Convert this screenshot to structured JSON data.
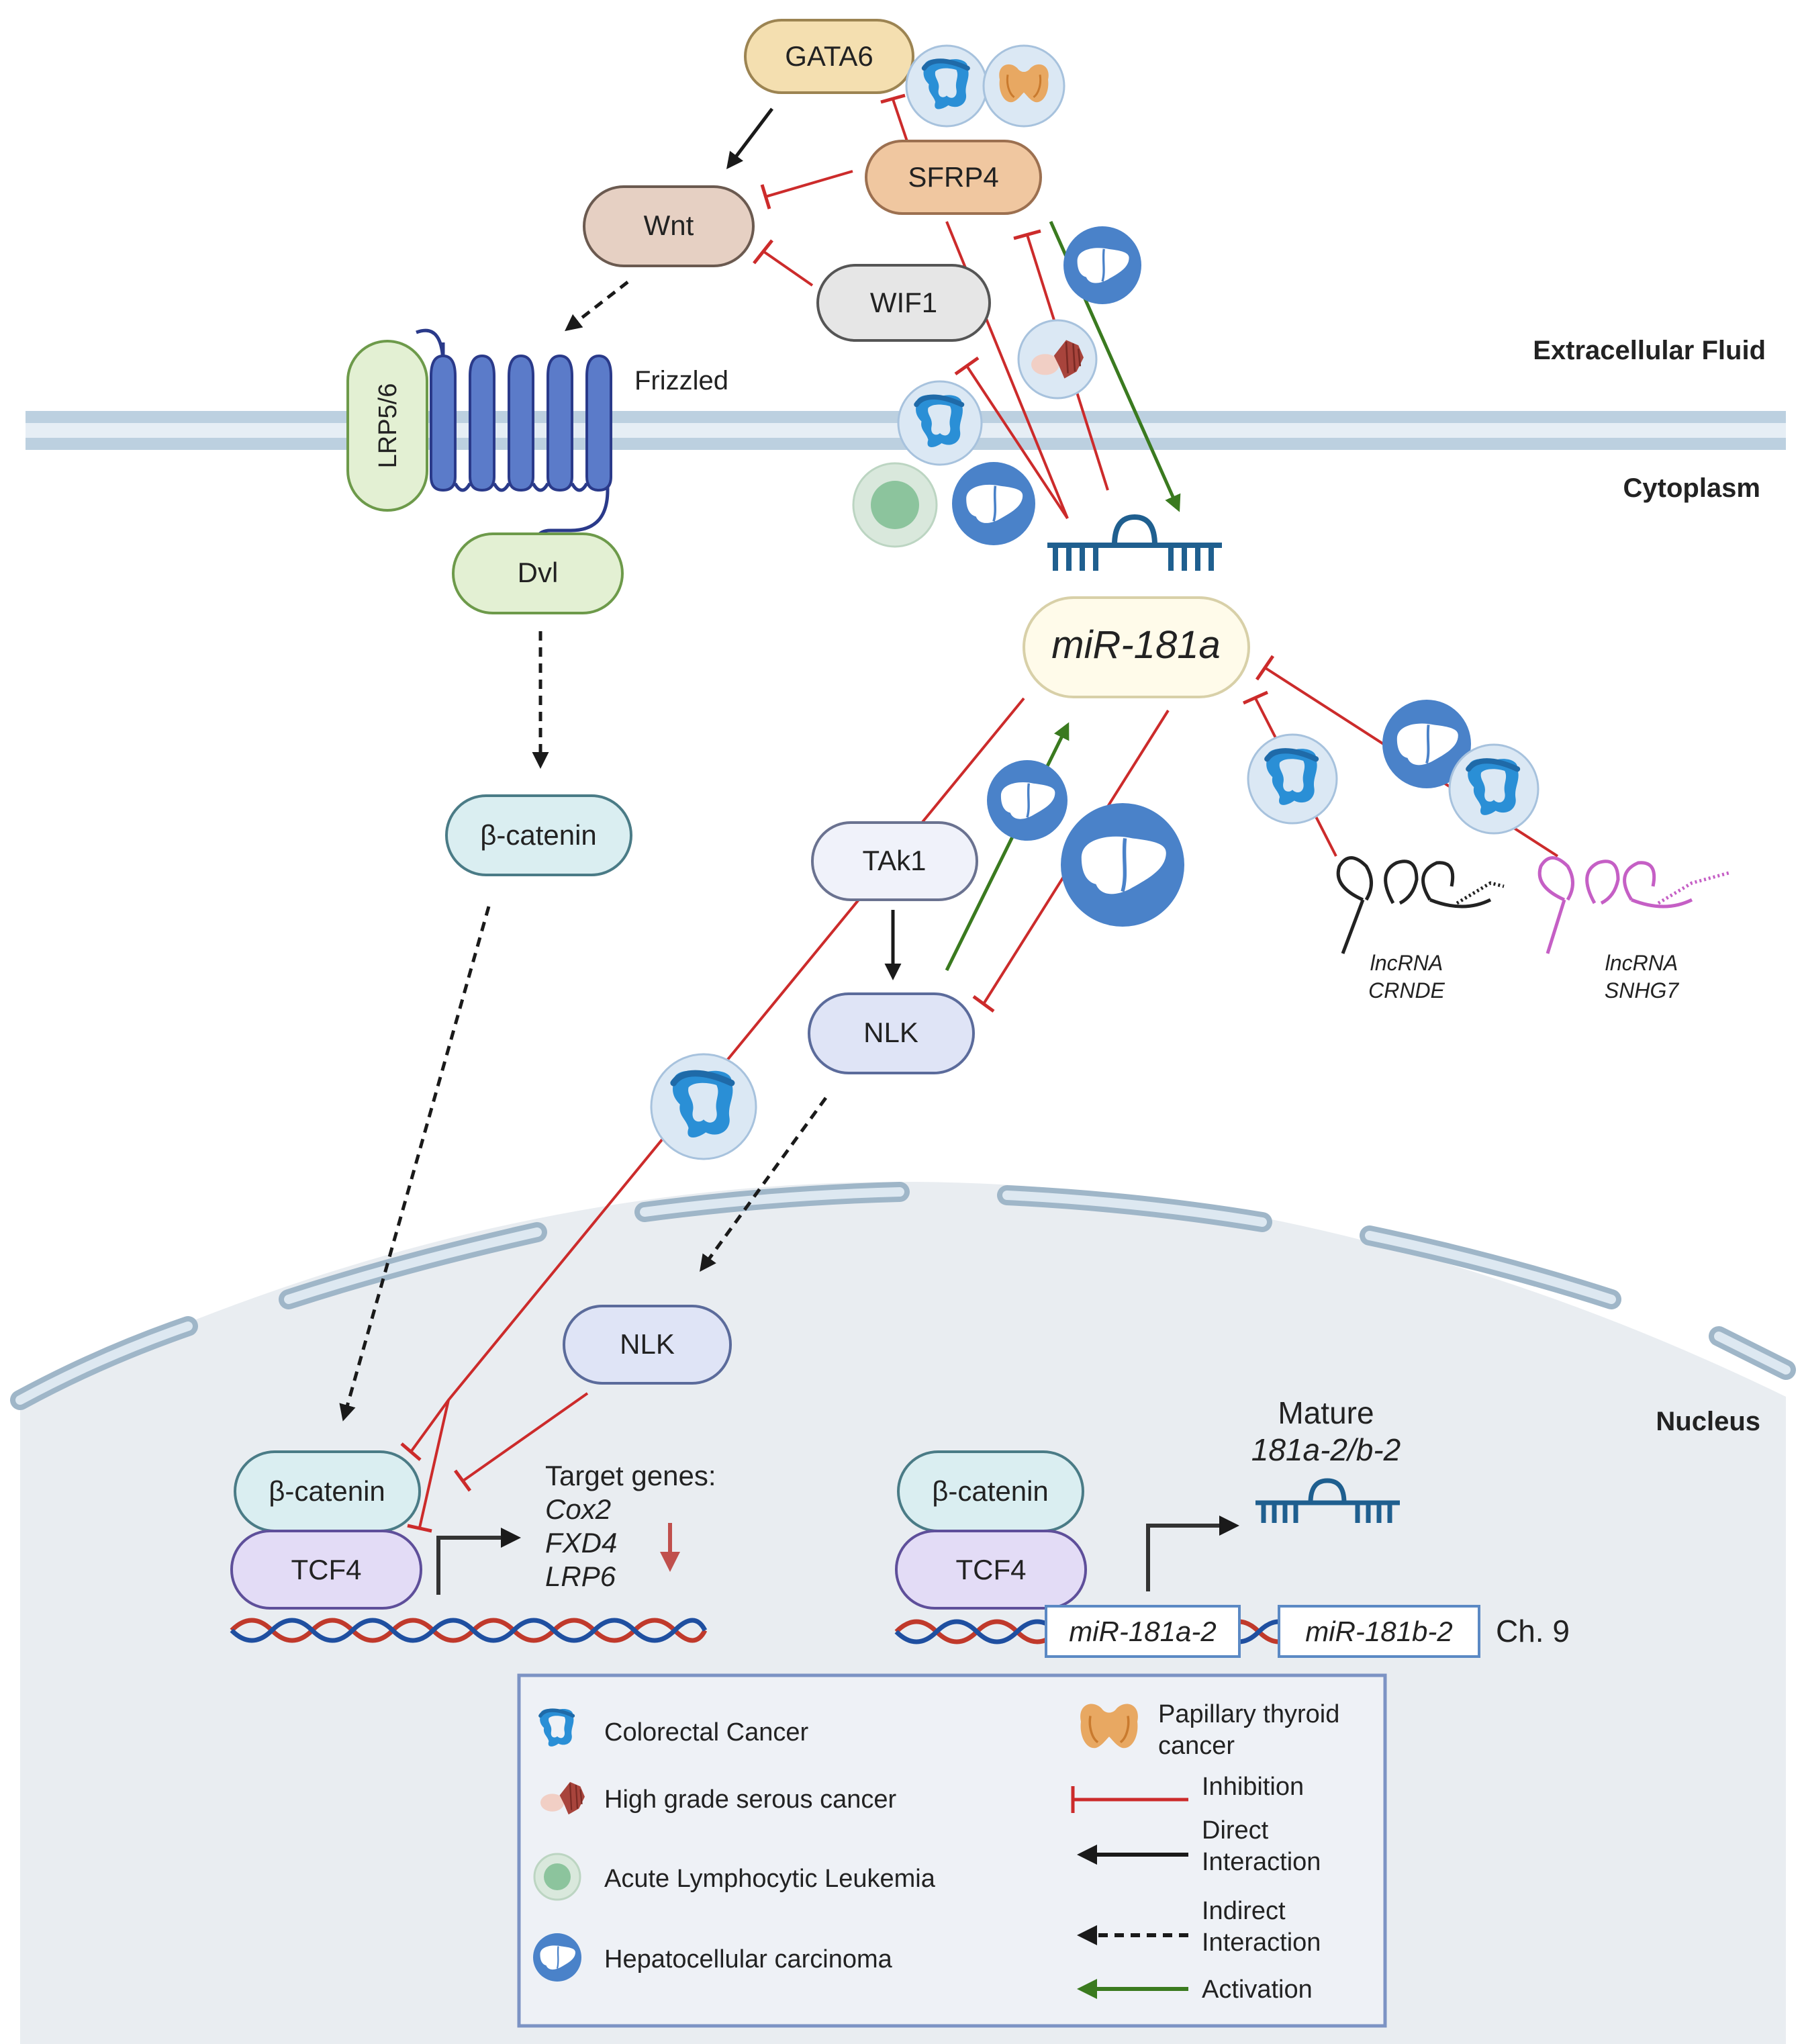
{
  "regions": {
    "extracellular": "Extracellular Fluid",
    "cytoplasm": "Cytoplasm",
    "nucleus": "Nucleus"
  },
  "nodes": {
    "gata6": "GATA6",
    "sfrp4": "SFRP4",
    "wnt": "Wnt",
    "wif1": "WIF1",
    "lrp": "LRP5/6",
    "frizzled": "Frizzled",
    "dvl": "Dvl",
    "beta_catenin": "β-catenin",
    "mir181a": "miR-181a",
    "tak1": "TAk1",
    "nlk_cyto": "NLK",
    "nlk_nuc": "NLK",
    "beta_catenin_nuc1": "β-catenin",
    "tcf4_1": "TCF4",
    "beta_catenin_nuc2": "β-catenin",
    "tcf4_2": "TCF4",
    "lncrna_crnde": [
      "lncRNA",
      "CRNDE"
    ],
    "lncrna_snhg7": [
      "lncRNA",
      "SNHG7"
    ]
  },
  "target_genes": {
    "title": "Target genes:",
    "genes": [
      "Cox2",
      "FXD4",
      "LRP6"
    ]
  },
  "mature": {
    "title": "Mature",
    "name": "181a-2/b-2"
  },
  "chromosome": {
    "gene1": "miR-181a-2",
    "gene2": "miR-181b-2",
    "label": "Ch. 9"
  },
  "legend": {
    "cancers": [
      {
        "icon": "colon-icon",
        "label": "Colorectal Cancer"
      },
      {
        "icon": "ovary-icon",
        "label": "High grade serous cancer"
      },
      {
        "icon": "lymphocyte-icon",
        "label": "Acute Lymphocytic Leukemia"
      },
      {
        "icon": "liver-icon",
        "label": "Hepatocellular carcinoma"
      }
    ],
    "thyroid": [
      "Papillary thyroid",
      "cancer"
    ],
    "inhibition": "Inhibition",
    "direct": [
      "Direct",
      "Interaction"
    ],
    "indirect": [
      "Indirect",
      "Interaction"
    ],
    "activation": "Activation"
  },
  "colors": {
    "inhibition": "#cc2b2b",
    "activation": "#3a7a1f",
    "direct": "#1a1a1a",
    "membrane": "#b9cfdf",
    "nucleus_fill": "#e9edf1",
    "colon": "#2a8fd6",
    "liver": "#4a82c9",
    "rna_blue": "#1f5f8f",
    "snhg7": "#c55fc5"
  }
}
